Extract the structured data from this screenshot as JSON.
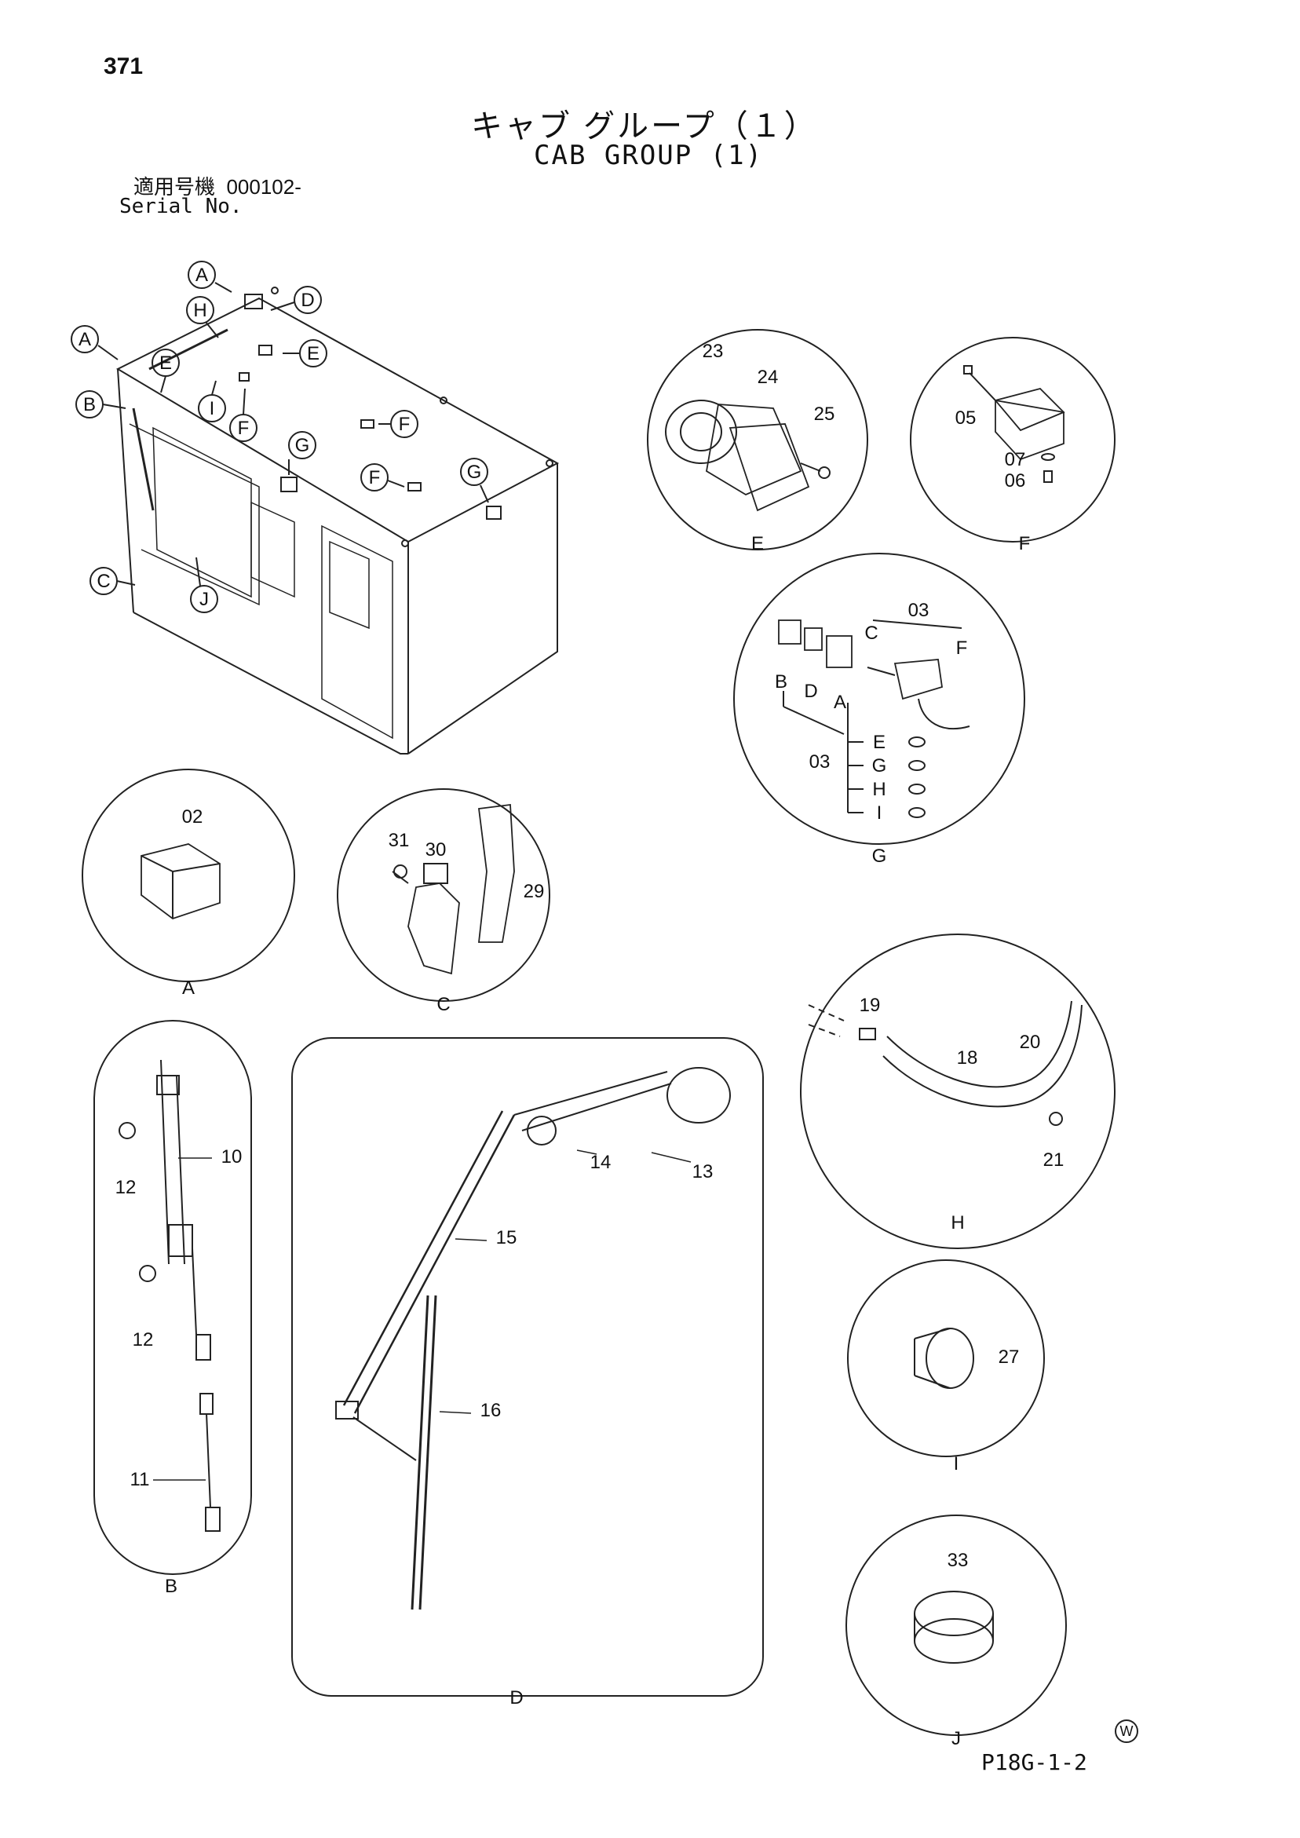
{
  "header": {
    "page_number": "371",
    "title_jp": "キャブ グループ（１）",
    "title_en": "CAB GROUP (1)",
    "serial_label_jp": "適用号機",
    "serial_value": "000102-",
    "serial_label_en": "Serial No."
  },
  "footer": {
    "code": "P18G-1-2",
    "mark": "W"
  },
  "callouts": {
    "main": [
      "A",
      "A",
      "B",
      "C",
      "D",
      "E",
      "E",
      "F",
      "F",
      "F",
      "G",
      "G",
      "H",
      "I",
      "J"
    ],
    "detail_labels": {
      "A": "A",
      "B": "B",
      "C": "C",
      "D": "D",
      "E": "E",
      "F": "F",
      "G": "G",
      "H": "H",
      "I": "I",
      "J": "J"
    }
  },
  "parts": {
    "A": [
      "02"
    ],
    "B": [
      "10",
      "11",
      "12",
      "12"
    ],
    "C": [
      "29",
      "30",
      "31"
    ],
    "D": [
      "13",
      "14",
      "15",
      "16"
    ],
    "E": [
      "23",
      "24",
      "25"
    ],
    "F": [
      "05",
      "06",
      "07"
    ],
    "G": [
      "03",
      "03",
      "A",
      "B",
      "C",
      "D",
      "E",
      "F",
      "G",
      "H",
      "I"
    ],
    "H": [
      "18",
      "19",
      "20",
      "21"
    ],
    "I": [
      "27"
    ],
    "J": [
      "33"
    ]
  }
}
